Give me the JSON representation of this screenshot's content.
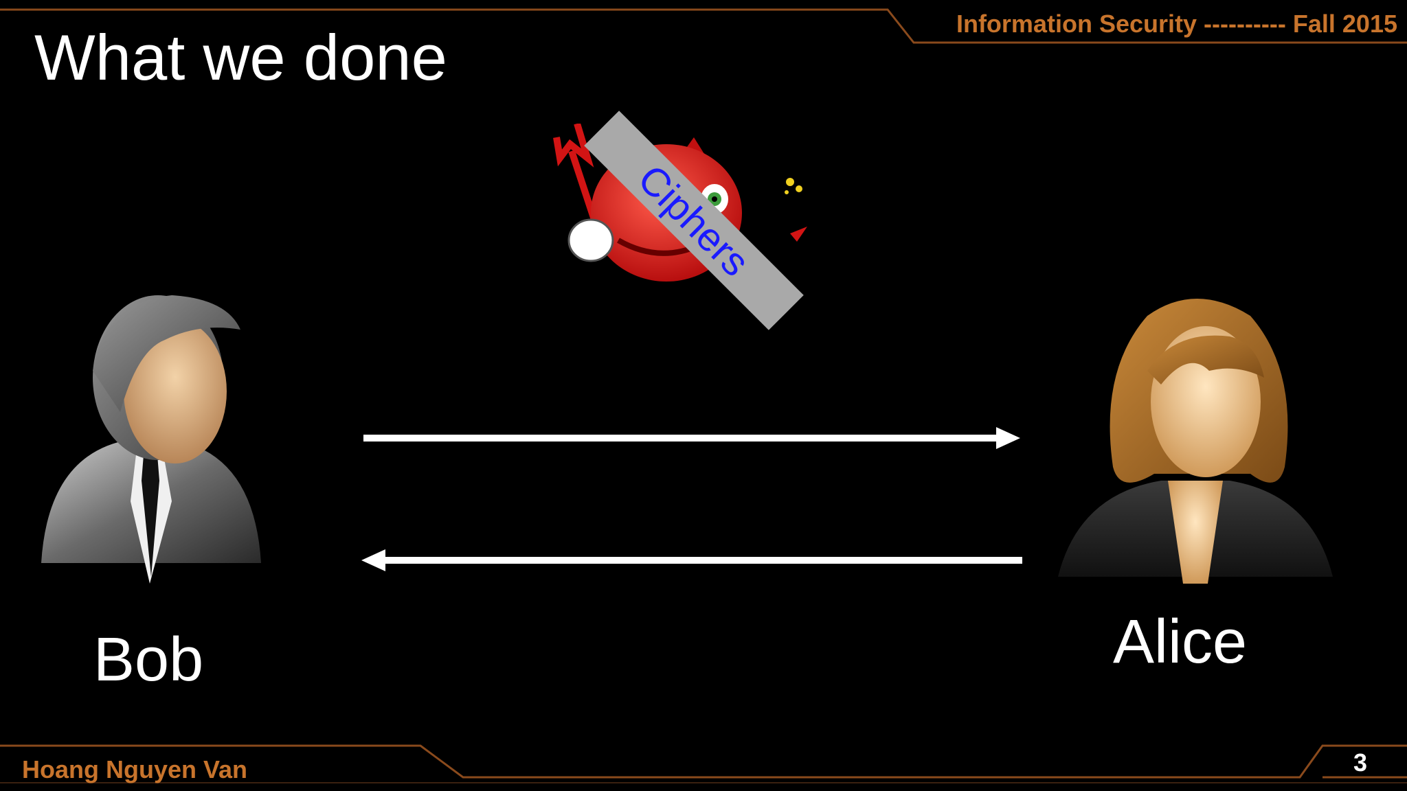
{
  "header": {
    "course": "Information Security ---------- Fall 2015"
  },
  "slide": {
    "title": "What we done"
  },
  "diagram": {
    "attacker_label": "Ciphers",
    "left_party": "Bob",
    "right_party": "Alice"
  },
  "footer": {
    "author": "Hoang Nguyen Van",
    "page_number": "3"
  },
  "colors": {
    "accent": "#c8742c",
    "background": "#000000",
    "cipher_text": "#1a1aff"
  }
}
